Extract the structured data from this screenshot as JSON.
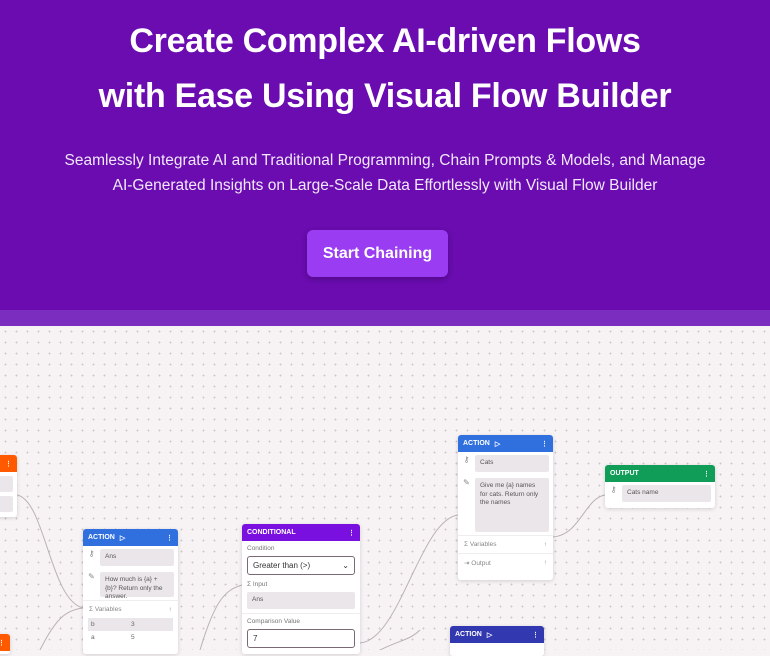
{
  "hero": {
    "title_line1": "Create Complex AI-driven Flows",
    "title_line2": "with Ease Using Visual Flow Builder",
    "subtitle_line1": "Seamlessly Integrate AI and Traditional Programming, Chain Prompts & Models, and Manage",
    "subtitle_line2": "AI-Generated Insights on Large-Scale Data Effortlessly with Visual Flow Builder",
    "cta": "Start Chaining"
  },
  "colors": {
    "hero": "#6a0cb0",
    "action": "#2f6fde",
    "conditional": "#7a10e0",
    "output": "#0f9d58",
    "action_alt": "#3238b0",
    "orange": "#ff5a00"
  },
  "nodes": {
    "action1": {
      "header": "ACTION",
      "name": "Ans",
      "prompt": "How much is {a} + {b}? Return only the answer.",
      "variables_label": "Variables",
      "variables": [
        {
          "k": "b",
          "v": "3"
        },
        {
          "k": "a",
          "v": "5"
        }
      ]
    },
    "conditional": {
      "header": "CONDITIONAL",
      "condition_label": "Condition",
      "condition": "Greater than (>)",
      "input_label": "Input",
      "input": "Ans",
      "comparison_label": "Comparison Value",
      "comparison": "7"
    },
    "action2": {
      "header": "ACTION",
      "name": "Cats",
      "prompt": "Give me {a} names for cats. Return only the names",
      "variables_label": "Variables",
      "output_label": "Output"
    },
    "output": {
      "header": "OUTPUT",
      "name": "Cats name"
    },
    "action3": {
      "header": "ACTION"
    }
  }
}
